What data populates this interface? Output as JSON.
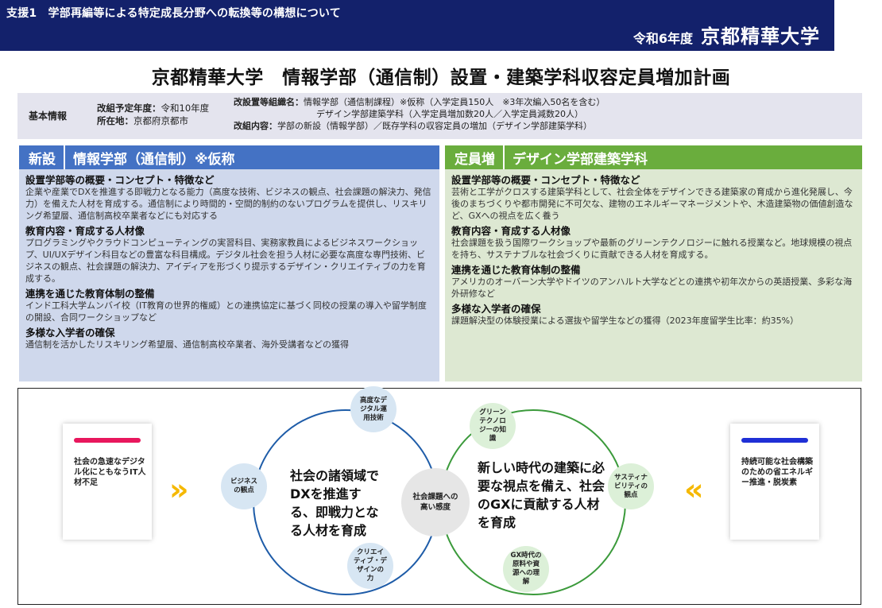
{
  "header": {
    "support_title": "支援1　学部再編等による特定成長分野への転換等の構想について",
    "year": "令和6年度",
    "university": "京都精華大学"
  },
  "main_title": "京都精華大学　情報学部（通信制）設置・建築学科収容定員増加計画",
  "basic_info": {
    "label": "基本情報",
    "year_label": "改組予定年度：",
    "year_value": "令和10年度",
    "location_label": "所在地：",
    "location_value": "京都府京都市",
    "org_label": "改設置等組織名：",
    "org_line1": "情報学部（通信制課程）※仮称（入学定員150人　※3年次編入50名を含む）",
    "org_line2": "デザイン学部建築学科（入学定員増加数20人／入学定員減数20人）",
    "content_label": "改組内容：",
    "content_value": "学部の新設（情報学部）／既存学科の収容定員の増加（デザイン学部建築学科）"
  },
  "left_column": {
    "tag": "新設",
    "name": "情報学部（通信制）※仮称",
    "sections": [
      {
        "title": "設置学部等の概要・コンセプト・特徴など",
        "text": "企業や産業でDXを推進する即戦力となる能力（高度な技術、ビジネスの観点、社会課題の解決力、発信力）を備えた人材を育成する。通信制により時間的・空間的制約のないプログラムを提供し、リスキリング希望層、通信制高校卒業者などにも対応する"
      },
      {
        "title": "教育内容・育成する人材像",
        "text": "プログラミングやクラウドコンピューティングの実習科目、実務家教員によるビジネスワークショップ、UI/UXデザイン科目などの豊富な科目構成。デジタル社会を担う人材に必要な高度な専門技術、ビジネスの観点、社会課題の解決力、アイディアを形づくり提示するデザイン・クリエイティブの力を育成する。"
      },
      {
        "title": "連携を通じた教育体制の整備",
        "text": "インド工科大学ムンバイ校（IT教育の世界的権威）との連携協定に基づく同校の授業の導入や留学制度の開設、合同ワークショップなど"
      },
      {
        "title": "多様な入学者の確保",
        "text": "通信制を活かしたリスキリング希望層、通信制高校卒業者、海外受講者などの獲得"
      }
    ]
  },
  "right_column": {
    "tag": "定員増",
    "name": "デザイン学部建築学科",
    "sections": [
      {
        "title": "設置学部等の概要・コンセプト・特徴など",
        "text": "芸術と工学がクロスする建築学科として、社会全体をデザインできる建築家の育成から進化発展し、今後のまちづくりや都市開発に不可欠な、建物のエネルギーマネージメントや、木造建築物の価値創造など、GXへの視点を広く養う"
      },
      {
        "title": "教育内容・育成する人材像",
        "text": "社会課題を扱う国際ワークショップや最新のグリーンテクノロジーに触れる授業など。地球規模の視点を持ち、サステナブルな社会づくりに貢献できる人材を育成する。"
      },
      {
        "title": "連携を通じた教育体制の整備",
        "text": "アメリカのオーバーン大学やドイツのアンハルト大学などとの連携や初年次からの英語授業、多彩な海外研修など"
      },
      {
        "title": "多様な入学者の確保",
        "text": "課題解決型の体験授業による選抜や留学生などの獲得（2023年度留学生比率：約35%）"
      }
    ]
  },
  "diagram": {
    "left_card_text": "社会の急速なデジタル化にともなうIT人材不足",
    "right_card_text": "持続可能な社会構築のための省エネルギー推進・脱炭素",
    "left_card_color": "#e8175d",
    "right_card_color": "#1f2fd6",
    "chevron_left": "»",
    "chevron_right": "«",
    "left_circle_text": "社会の諸領域でDXを推進する、即戦力となる人材を育成",
    "right_circle_text": "新しい時代の建築に必要な視点を備え、社会のGXに貢献する人材を育成",
    "bubbles": {
      "advanced_tech": "高度なデジタル運用技術",
      "business": "ビジネスの観点",
      "creative": "クリエイティブ・デザインの力",
      "social_issues": "社会課題への高い感度",
      "green_tech": "グリーンテクノロジーの知識",
      "sustainability": "サスティナビリティの観点",
      "gx_materials": "GX時代の原料や資源への理解"
    }
  }
}
